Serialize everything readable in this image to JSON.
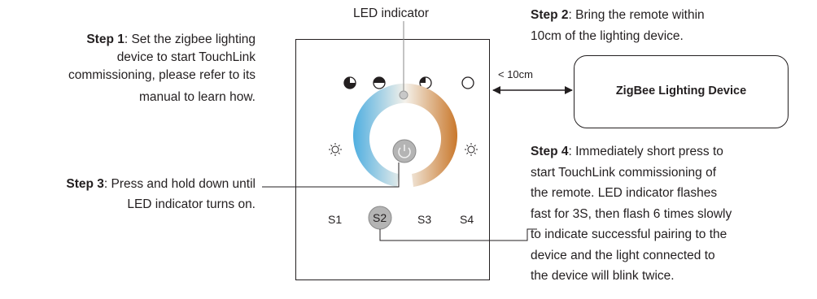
{
  "led_indicator_label": "LED indicator",
  "steps": [
    {
      "id": "1",
      "bold": "Step 1",
      "lines": [
        ": Set the zigbee lighting",
        "device to start TouchLink",
        "commissioning, please refer to its",
        "manual to learn how."
      ]
    },
    {
      "id": "2",
      "bold": "Step 2",
      "lines": [
        ": Bring the remote within",
        "10cm of the lighting device."
      ]
    },
    {
      "id": "3",
      "bold": "Step 3",
      "lines": [
        ": Press and hold down until",
        "LED indicator turns on."
      ]
    },
    {
      "id": "4",
      "bold": "Step 4",
      "lines": [
        ": Immediately short press to",
        "start TouchLink commissioning of",
        "the remote. LED indicator flashes",
        "fast for 3S, then flash 6 times slowly",
        "to indicate successful pairing to the",
        "device and the light connected to",
        "the device will blink twice."
      ]
    }
  ],
  "distance_label": "< 10cm",
  "device_label": "ZigBee Lighting Device",
  "remote": {
    "scene_buttons": [
      "S1",
      "S2",
      "S3",
      "S4"
    ],
    "mode_icons": [
      "color-temp-quarter-icon",
      "color-temp-half-icon",
      "color-temp-three-quarter-icon",
      "color-temp-empty-icon"
    ],
    "brightness_icons": [
      "sun-dim-icon",
      "sun-bright-icon"
    ],
    "colors": {
      "cool": "#5bb6e0",
      "warm": "#c97a2e",
      "button_gray": "#b4b4b4"
    }
  }
}
